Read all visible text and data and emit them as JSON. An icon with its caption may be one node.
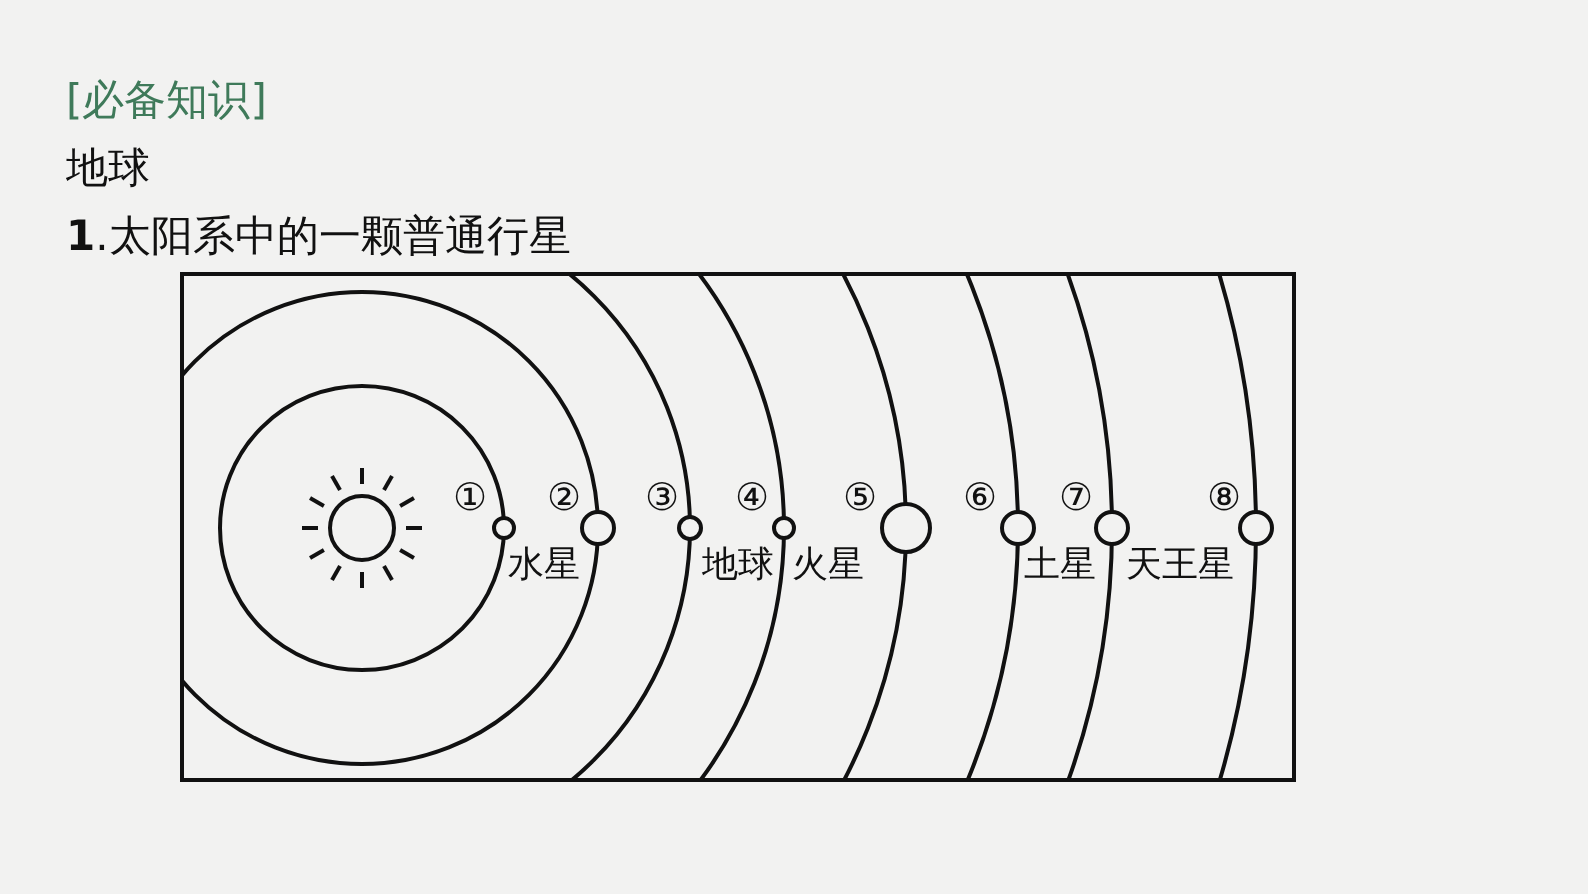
{
  "diagram": {
    "title": "[必备知识]",
    "labels": [
      "地球",
      "**1**.太阳系中的一颗普通行星",
      "①",
      "②",
      "③",
      "④",
      "⑤",
      "⑥",
      "⑦",
      "⑧",
      "水星",
      "地球",
      "火星",
      "土星",
      "天王星"
    ]
  }
}
